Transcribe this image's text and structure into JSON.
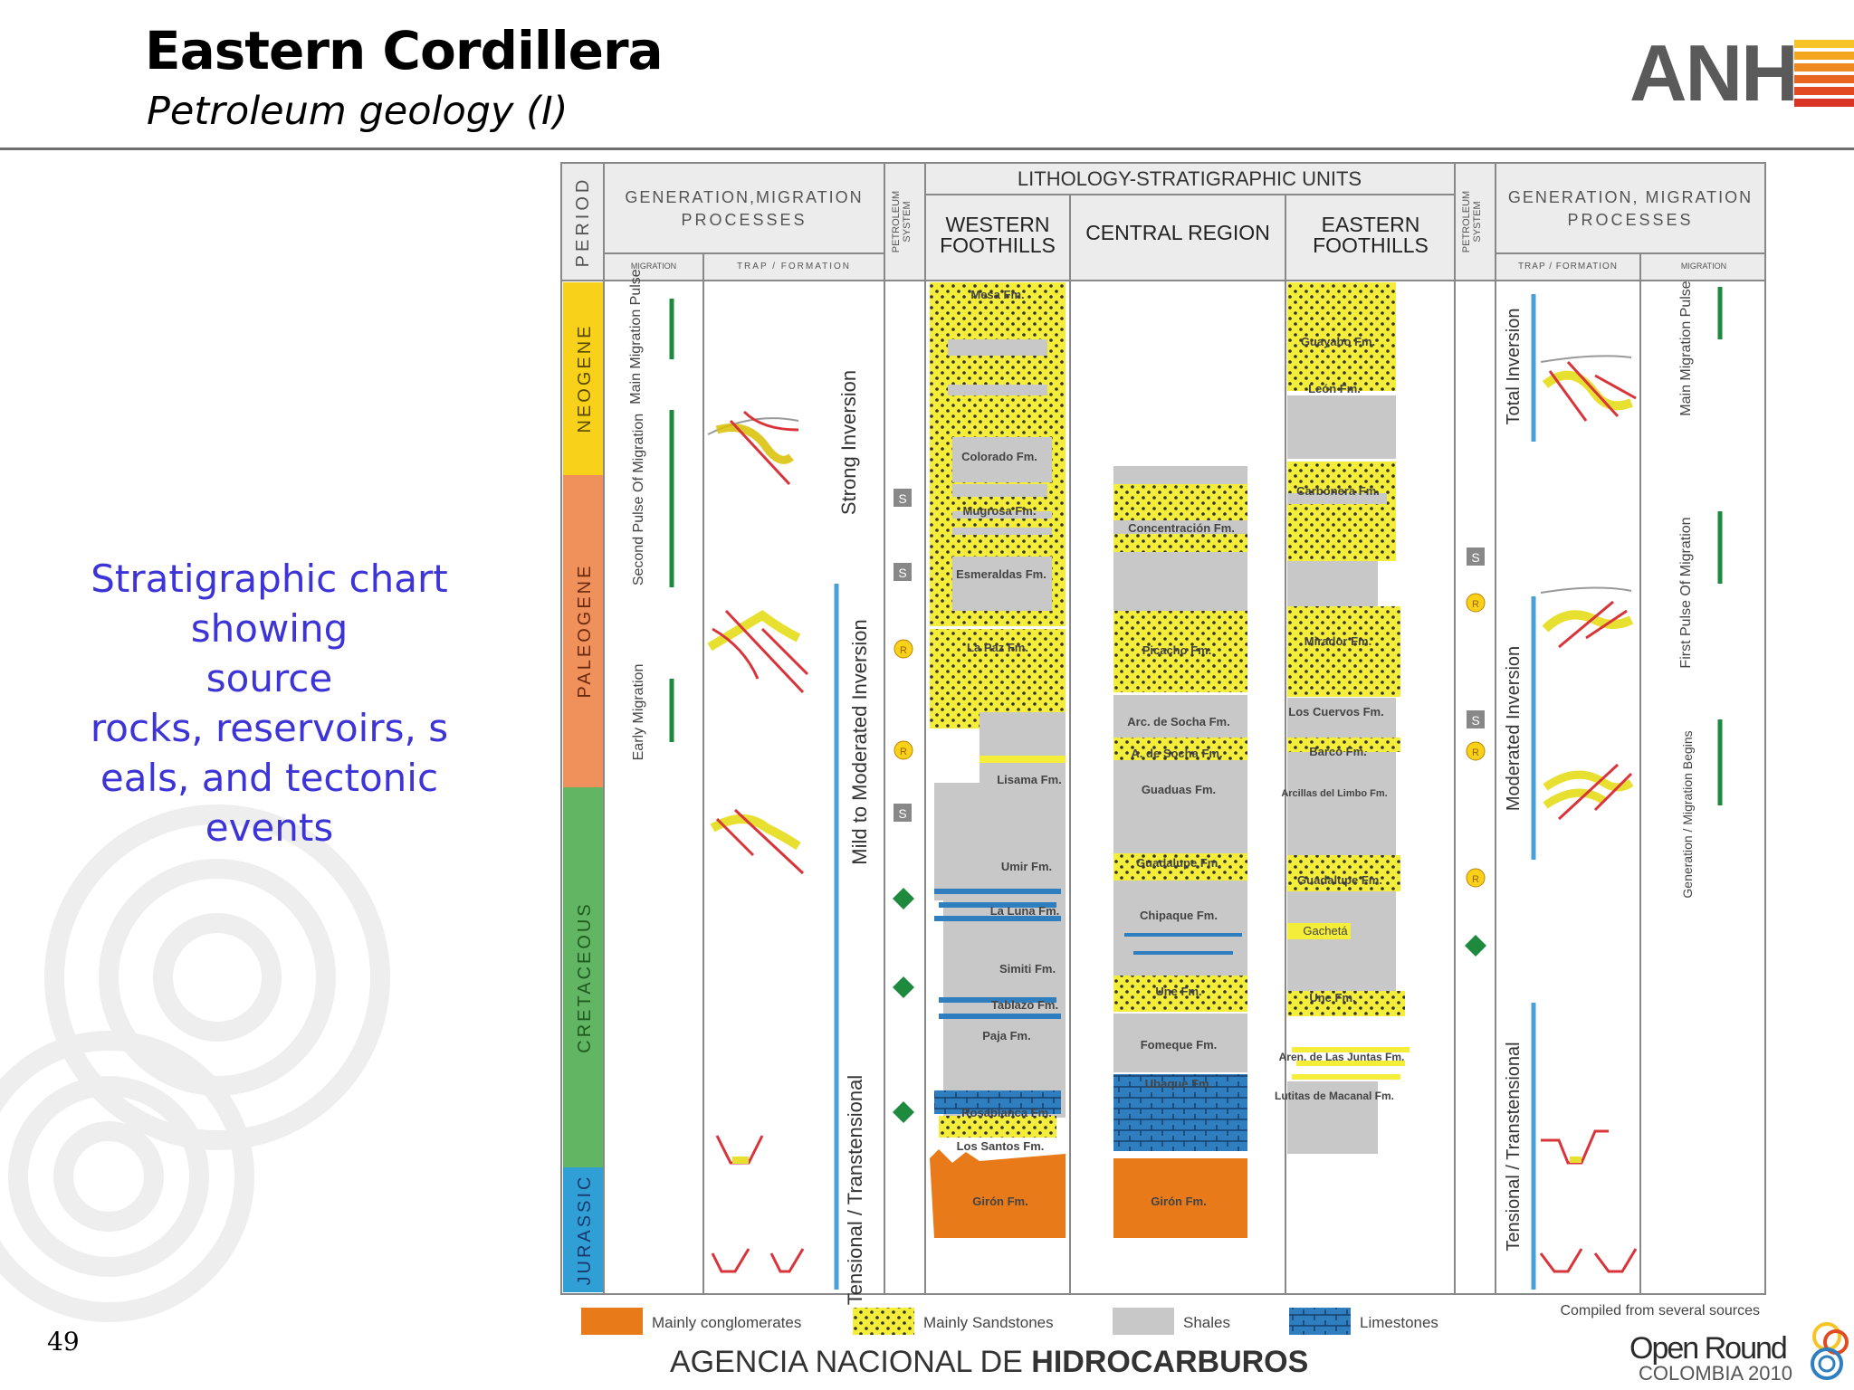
{
  "slide": {
    "title": "Eastern Cordillera",
    "subtitle": "Petroleum geology (I)",
    "page_number": "49",
    "caption": "Stratigraphic chart showing source rocks, reservoirs, s eals, and tectonic events",
    "caption_lines": [
      "Stratigraphic chart",
      "showing",
      "source",
      "rocks, reservoirs, s",
      "eals, and tectonic",
      "events"
    ]
  },
  "logos": {
    "anh": "ANH",
    "openround_main": "Open Round",
    "openround_sub": "COLOMBIA 2010"
  },
  "footer": {
    "agency_light": "AGENCIA NACIONAL DE ",
    "agency_bold": "HIDROCARBUROS"
  },
  "diagram": {
    "header": {
      "period": "PERIOD",
      "gen_left": [
        "GENERATION,MIGRATION",
        "PROCESSES"
      ],
      "migration": "MIGRATION",
      "trap_formation": "TRAP / FORMATION",
      "petroleum_system": [
        "PETROLEUM",
        "SYSTEM"
      ],
      "litho": "LITHOLOGY-STRATIGRAPHIC UNITS",
      "western": [
        "WESTERN",
        "FOOTHILLS"
      ],
      "central": "CENTRAL REGION",
      "eastern": [
        "EASTERN",
        "FOOTHILLS"
      ],
      "gen_right": [
        "GENERATION, MIGRATION",
        "PROCESSES"
      ]
    },
    "periods": [
      {
        "name": "NEOGENE",
        "color": "#f8d21a"
      },
      {
        "name": "PALEOGENE",
        "color": "#f0905a"
      },
      {
        "name": "CRETACEOUS",
        "color": "#62b562"
      },
      {
        "name": "JURASSIC",
        "color": "#2f9fd6"
      }
    ],
    "left_migration": [
      "Main Migration Pulse",
      "Second Pulse Of Migration",
      "Early Migration"
    ],
    "left_tectonics": [
      "Strong Inversion",
      "Mild to Moderated Inversion",
      "Tensional / Transtensional"
    ],
    "right_tectonics": [
      "Total Inversion",
      "Moderated Inversion",
      "Tensional / Transtensional"
    ],
    "right_migration": [
      "Main Migration Pulse",
      "First Pulse Of Migration",
      "Generation / Migration Begins"
    ],
    "western_formations": [
      "Mesa Fm.",
      "Colorado Fm.",
      "Mugrosa Fm.",
      "Esmeraldas Fm.",
      "La Paz Fm.",
      "Lisama Fm.",
      "Umir Fm.",
      "La Luna Fm.",
      "Simiti Fm.",
      "Tablazo Fm.",
      "Paja Fm.",
      "Rosablanca Fm.",
      "Los Santos Fm.",
      "Girón Fm."
    ],
    "central_formations": [
      "Concentración Fm.",
      "Picacho Fm.",
      "Arc. de Socha Fm.",
      "A. de Socha Fm.",
      "Guaduas Fm.",
      "Guadalupe Fm.",
      "Chipaque Fm.",
      "Une Fm.",
      "Fomeque Fm.",
      "Ubaque Fm.",
      "Girón Fm."
    ],
    "eastern_formations": [
      "Guayabo Fm.",
      "León Fm.",
      "Carbonera Fm.",
      "Mirador Fm.",
      "Los Cuervos Fm.",
      "Barco Fm.",
      "Arcillas del Limbo Fm.",
      "Guadalupe Fm.",
      "Gachetá",
      "Une Fm.",
      "Aren. de Las Juntas Fm.",
      "Lutitas de Macanal Fm."
    ],
    "system_markers": {
      "S": "S",
      "R": "R"
    },
    "legend": [
      "Mainly conglomerates",
      "Mainly Sandstones",
      "Shales",
      "Limestones"
    ],
    "credit": "Compiled from several sources"
  },
  "colors": {
    "caption": "#3d34d8",
    "conglomerate": "#e87a1a",
    "sandstone": "#f4ee3a",
    "shale": "#c8c8c8",
    "limestone": "#2f7fc0",
    "fault": "#d8343a",
    "migration_bar": "#1e8a3e",
    "tectonic_bar": "#4aa0d8"
  }
}
